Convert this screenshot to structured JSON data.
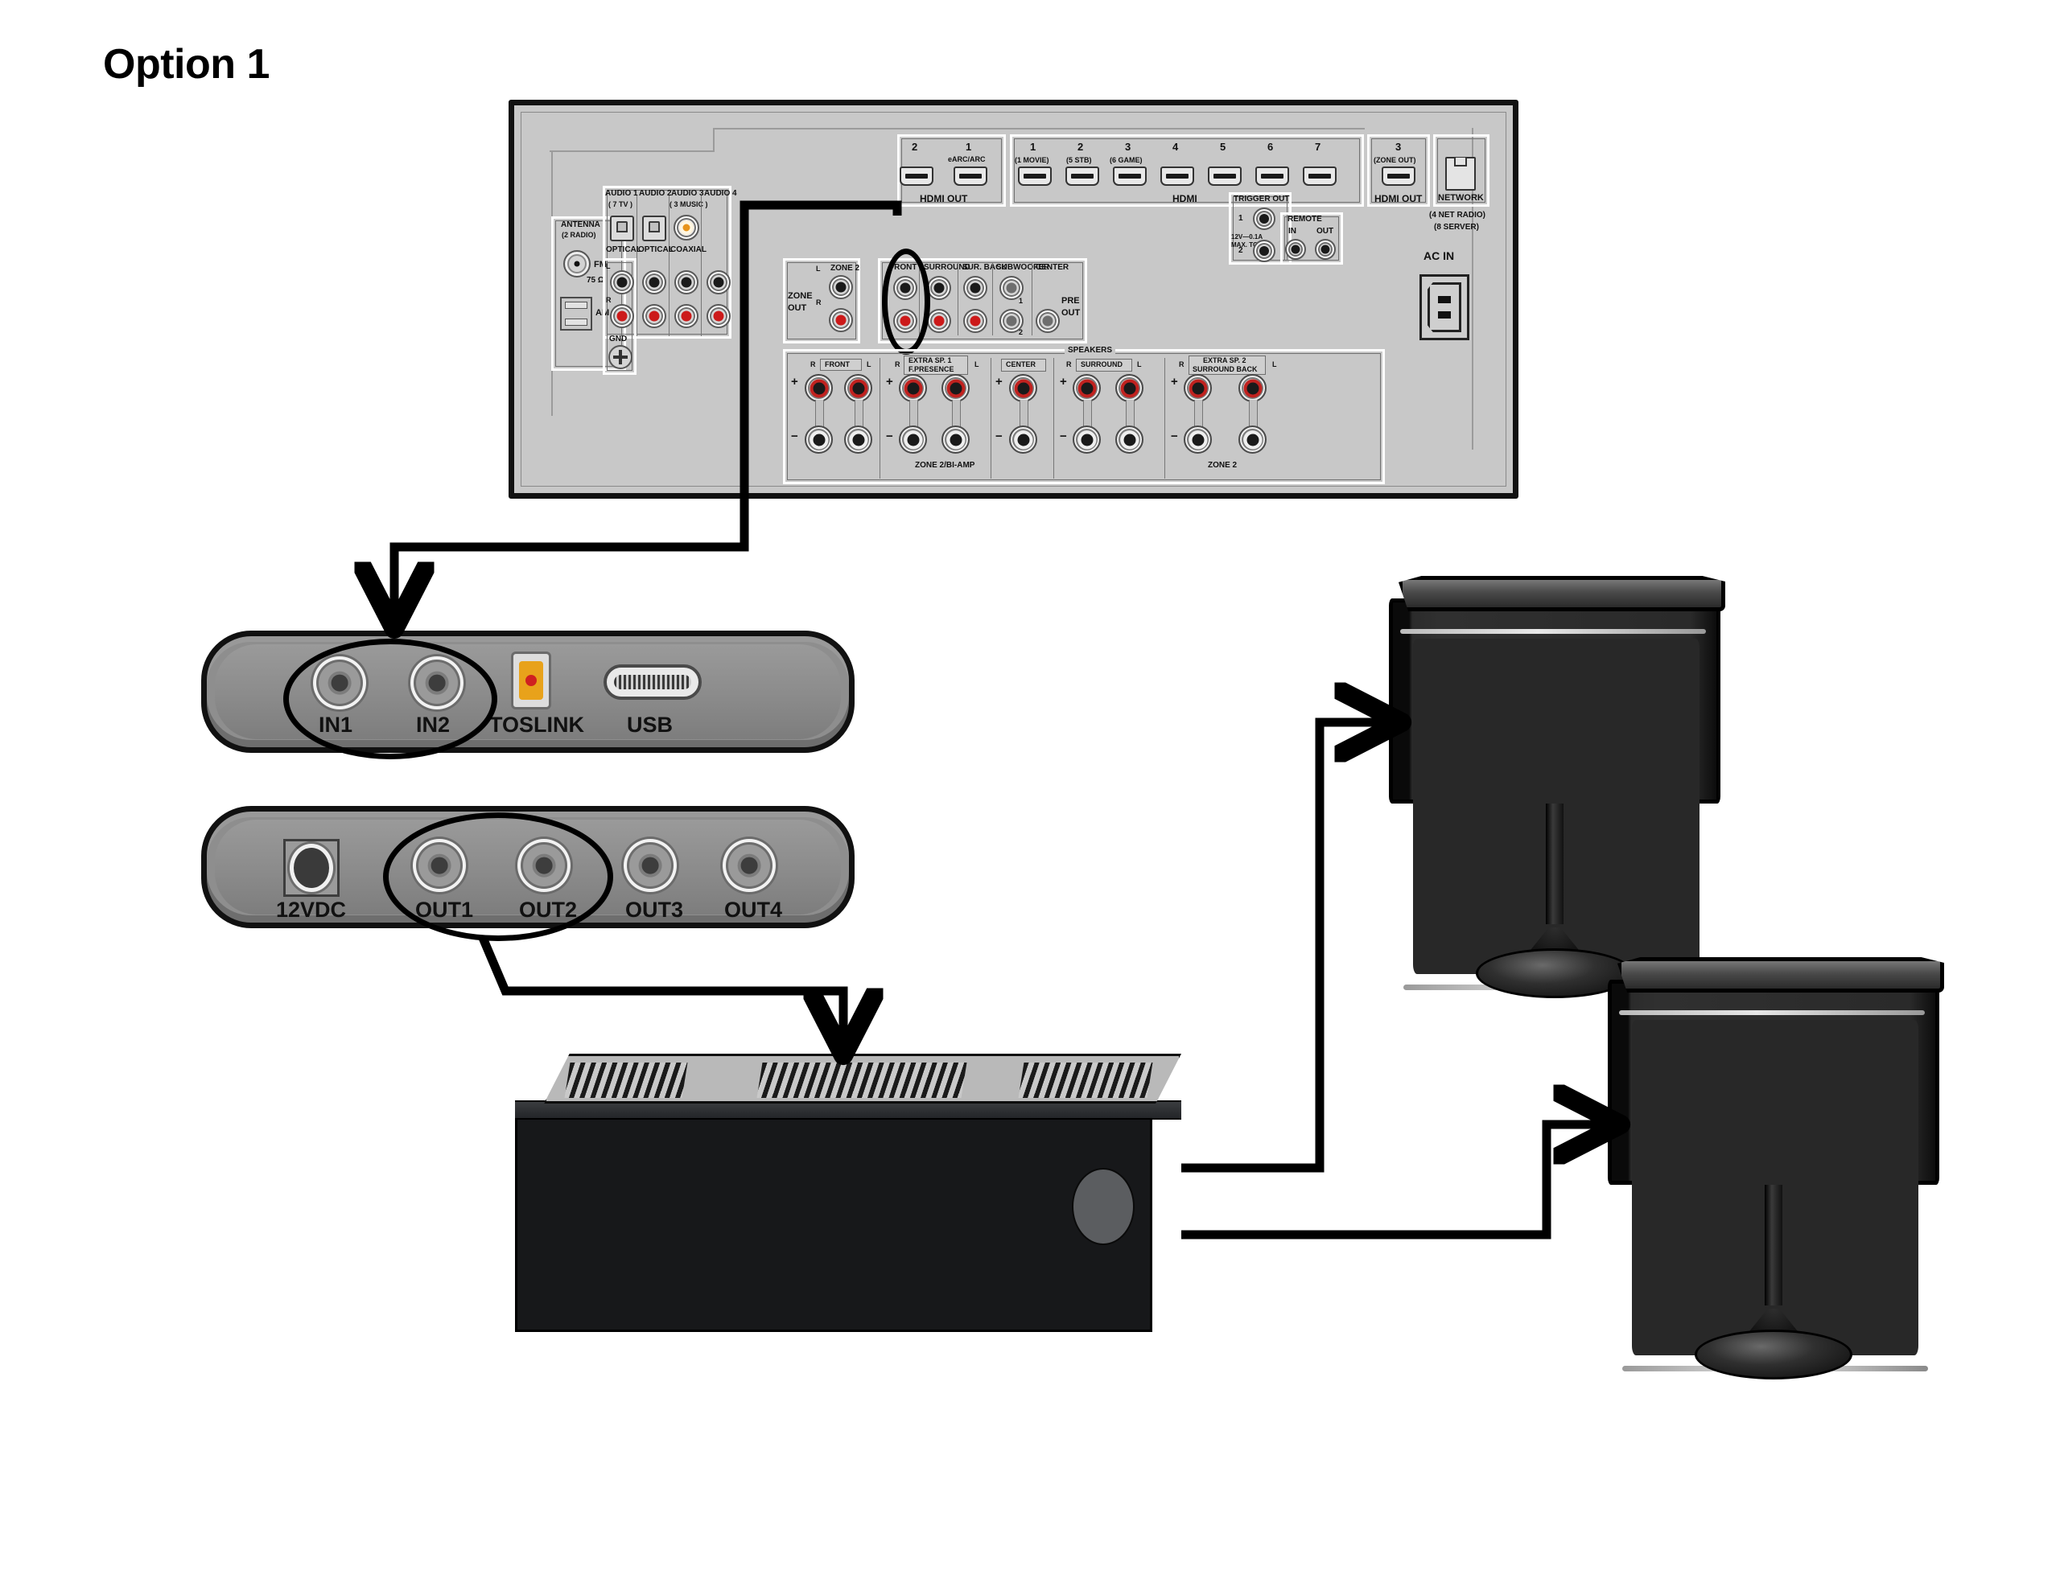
{
  "title": "Option 1",
  "receiver": {
    "name": "av-receiver-rear-panel",
    "hdmi_out_left": {
      "group_label": "HDMI OUT",
      "ports": [
        {
          "number": "2",
          "sub": ""
        },
        {
          "number": "1",
          "sub": "eARC/ARC"
        }
      ]
    },
    "hdmi_in": {
      "group_label": "HDMI",
      "ports": [
        {
          "number": "1",
          "sub": "(1 MOVIE)"
        },
        {
          "number": "2",
          "sub": "(5 STB)"
        },
        {
          "number": "3",
          "sub": "(6 GAME)"
        },
        {
          "number": "4",
          "sub": ""
        },
        {
          "number": "5",
          "sub": ""
        },
        {
          "number": "6",
          "sub": ""
        },
        {
          "number": "7",
          "sub": ""
        }
      ]
    },
    "hdmi_out_zone": {
      "group_label": "HDMI OUT",
      "ports": [
        {
          "number": "3",
          "sub": "(ZONE OUT)"
        }
      ]
    },
    "network": {
      "label": "NETWORK",
      "note_line1": "(4 NET RADIO)",
      "note_line2": "(8 SERVER)"
    },
    "antenna": {
      "group_label": "ANTENNA",
      "group_sub": "(2 RADIO)",
      "fm_label": "FM",
      "fm_ohm": "75 Ω",
      "am_label": "AM"
    },
    "audio_in": {
      "groups": [
        {
          "label": "AUDIO 1",
          "sub": "( 7 TV )",
          "jack": "OPTICAL"
        },
        {
          "label": "AUDIO 2",
          "sub": "",
          "jack": "OPTICAL"
        },
        {
          "label": "AUDIO 3",
          "sub": "( 3 MUSIC )",
          "jack": "COAXIAL"
        },
        {
          "label": "AUDIO 4",
          "sub": "",
          "jack": ""
        }
      ],
      "ground_label": "GND",
      "left_mark": "L",
      "right_mark": "R"
    },
    "zone_out": {
      "title_line1": "ZONE",
      "title_line2": "OUT",
      "label": "ZONE 2",
      "left_mark": "L",
      "right_mark": "R"
    },
    "pre_out": {
      "title_line1": "PRE",
      "title_line2": "OUT",
      "channels": [
        "FRONT",
        "SURROUND",
        "SUR. BACK",
        "SUBWOOFER",
        "CENTER"
      ],
      "subwoofer_1": "1",
      "subwoofer_2": "2"
    },
    "trigger": {
      "label": "TRIGGER OUT",
      "n1": "1",
      "n2": "2",
      "spec_line1": "12V—0.1A",
      "spec_line2": "MAX. TOTAL"
    },
    "remote": {
      "label": "REMOTE",
      "in": "IN",
      "out": "OUT"
    },
    "ac_in_label": "AC IN",
    "speakers": {
      "group_label": "SPEAKERS",
      "terminals": [
        {
          "name": "FRONT",
          "name2": "",
          "left": "L",
          "right": "R"
        },
        {
          "name": "EXTRA SP. 1",
          "name2": "F.PRESENCE",
          "left": "L",
          "right": "R"
        },
        {
          "name": "CENTER",
          "name2": "",
          "left": "",
          "right": ""
        },
        {
          "name": "SURROUND",
          "name2": "",
          "left": "L",
          "right": "R"
        },
        {
          "name": "EXTRA SP. 2",
          "name2": "SURROUND BACK",
          "left": "L",
          "right": "R"
        }
      ],
      "plus": "+",
      "minus": "−",
      "note_left": "ZONE 2/BI-AMP",
      "note_right": "ZONE 2"
    }
  },
  "input_device": {
    "name": "audio-input-converter",
    "ports": [
      "IN1",
      "IN2",
      "TOSLINK",
      "USB"
    ]
  },
  "output_device": {
    "name": "audio-output-distributor",
    "ports": [
      "12VDC",
      "OUT1",
      "OUT2",
      "OUT3",
      "OUT4"
    ]
  },
  "amplifier": {
    "name": "power-amplifier"
  },
  "speakers_right": [
    {
      "name": "speaker-top"
    },
    {
      "name": "speaker-bottom"
    }
  ],
  "colors": {
    "panel": "#c8c8c8",
    "outline": "#111111",
    "red_jack": "#cc1a1a",
    "black_jack": "#1a1a1a",
    "gray_jack": "#6e6e6e",
    "coaxial_orange": "#e8941b",
    "toslink_amber": "#e8a21b",
    "device_body": "#8e8e8e",
    "wire": "#000000"
  }
}
